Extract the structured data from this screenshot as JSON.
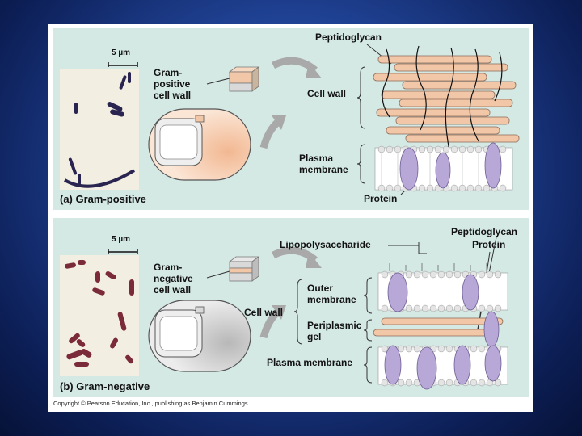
{
  "panels": {
    "gram_positive": {
      "caption": "(a) Gram-positive",
      "scale_bar": "5 µm",
      "wall_title_lines": [
        "Gram-",
        "positive",
        "cell wall"
      ],
      "labels": {
        "peptidoglycan": "Peptidoglycan",
        "cell_wall": "Cell wall",
        "plasma_membrane_lines": [
          "Plasma",
          "membrane"
        ],
        "protein": "Protein"
      },
      "colors": {
        "stain": "#2a2450",
        "peptidoglycan": "#f2c7a8",
        "protein": "#b8a8d8"
      }
    },
    "gram_negative": {
      "caption": "(b) Gram-negative",
      "scale_bar": "5 µm",
      "wall_title_lines": [
        "Gram-",
        "negative",
        "cell wall"
      ],
      "labels": {
        "lipopolysaccharide": "Lipopolysaccharide",
        "peptidoglycan": "Peptidoglycan",
        "protein": "Protein",
        "cell_wall": "Cell wall",
        "outer_membrane_lines": [
          "Outer",
          "membrane"
        ],
        "periplasmic_gel_lines": [
          "Periplasmic",
          "gel"
        ],
        "plasma_membrane": "Plasma membrane"
      },
      "colors": {
        "stain": "#7a2a38",
        "peptidoglycan": "#f2c7a8",
        "protein": "#b8a8d8"
      }
    }
  },
  "copyright": "Copyright © Pearson Education, Inc., publishing as Benjamin Cummings."
}
